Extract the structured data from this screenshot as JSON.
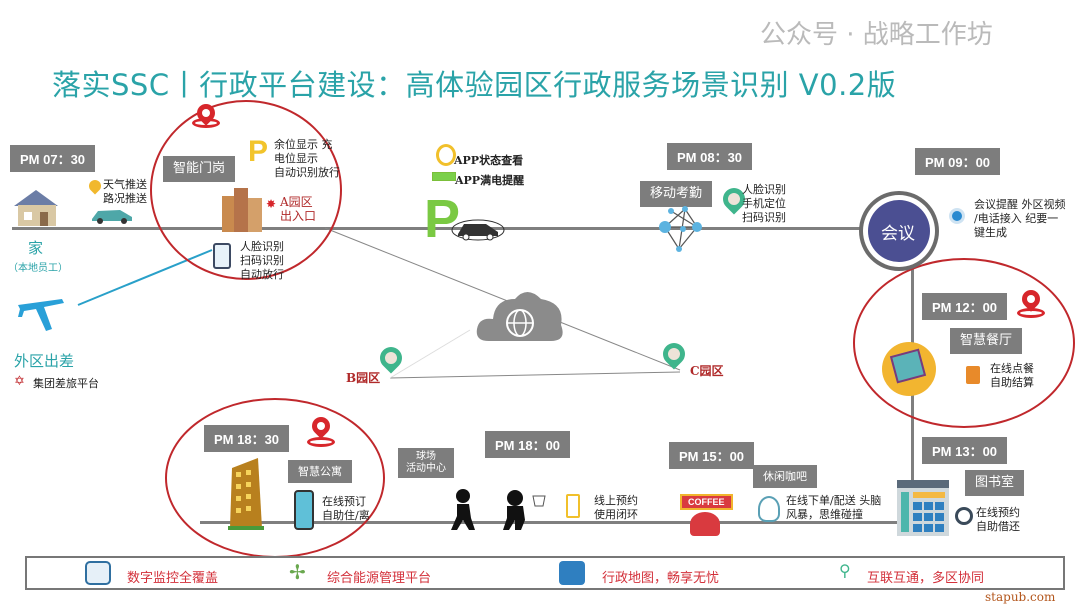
{
  "title": "落实SSC丨行政平台建设：高体验园区行政服务场景识别 V0.2版",
  "timeline": {
    "t0730": "PM 07：30",
    "t0830": "PM 08：30",
    "t0900": "PM 09：00",
    "t1200": "PM 12：00",
    "t1300": "PM 13：00",
    "t1500": "PM 15：00",
    "t1800": "PM 18：00",
    "t1830": "PM 18：30"
  },
  "home": {
    "label": "家",
    "sub": "（本地员工）",
    "push": [
      "天气推送",
      "路况推送"
    ]
  },
  "trip": {
    "label": "外区出差",
    "platform": "集团差旅平台"
  },
  "gate": {
    "tag": "智能门岗",
    "parking": [
      "余位显示 充",
      "电位显示",
      "自动识别放行"
    ],
    "entrance": [
      "A园区",
      "出入口"
    ],
    "face": [
      "人脸识别",
      "扫码识别",
      "自动放行"
    ]
  },
  "charging": {
    "app_status": "APP状态查看",
    "app_full": "APP满电提醒"
  },
  "attendance": {
    "tag": "移动考勤",
    "items": [
      "人脸识别",
      "手机定位",
      "扫码识别"
    ]
  },
  "meeting": {
    "center": "会议",
    "items": [
      "会议提醒 外区视频",
      "/电话接入 纪要一",
      "键生成"
    ]
  },
  "canteen": {
    "tag": "智慧餐厅",
    "items": [
      "在线点餐",
      "自助结算"
    ]
  },
  "library": {
    "tag": "图书室",
    "items": [
      "在线预约",
      "自助借还"
    ]
  },
  "cafe": {
    "tag": "休闲咖吧",
    "sign": "COFFEE",
    "items": [
      "在线下单/配送 头脑",
      "风暴，思维碰撞"
    ]
  },
  "sports": {
    "tag": [
      "球场",
      "活动中心"
    ],
    "items": [
      "线上预约",
      "使用闭环"
    ]
  },
  "apartment": {
    "tag": "智慧公寓",
    "items": [
      "在线预订",
      "自助住/离"
    ]
  },
  "parks": {
    "b": "B园区",
    "c": "C园区"
  },
  "bottom_bar": [
    "数字监控全覆盖",
    "综合能源管理平台",
    "行政地图，畅享无忧",
    "互联互通，多区协同"
  ],
  "watermark": "公众号 · 战略工作坊",
  "source": "stapub.com",
  "colors": {
    "title": "#2aa3a8",
    "ring": "#c0282c",
    "tag": "#7d7d7d",
    "bar_text": "#d3303a"
  }
}
